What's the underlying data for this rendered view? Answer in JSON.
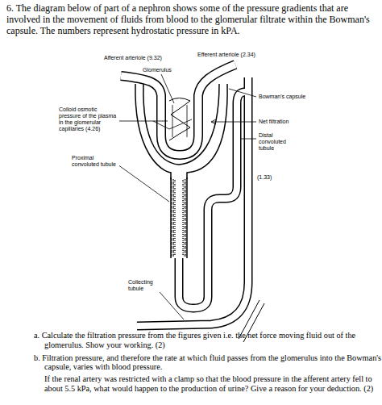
{
  "diagram": {
    "labels": [
      "6. The diagram below of part of a nephron shows some of the pressure gradients that are involved in the movement of fluids from blood to the glomerular filtrate within the Bowman's capsule. The numbers represent hydrostatic pressure in kPA.",
      "Afferent arteriole (9.32)",
      "Efferent arteriole (2.34)",
      "Glomerulus",
      "Bowman's capsule",
      "Colloid osmotic pressure of the plasma in the glomerular capillaries (4.26)",
      "Net filtration",
      "Distal convoluted tubule",
      "Proximal convoluted tubule",
      "(1.33)",
      "Collecting tubule",
      "a. Calculate the filtration pressure from the figures given i.e. the net force moving fluid out of the glomerulus. Show your working. (2)",
      "b. Filtration pressure, and therefore the rate at which fluid passes from the glomerulus into the Bowman's capsule, varies with blood pressure.",
      "If the renal artery was restricted with a clamp so that the blood pressure in the afferent artery fell to about 5.5 kPa, what would happen to the production of urine? Give a reason for your deduction. (2)"
    ]
  }
}
